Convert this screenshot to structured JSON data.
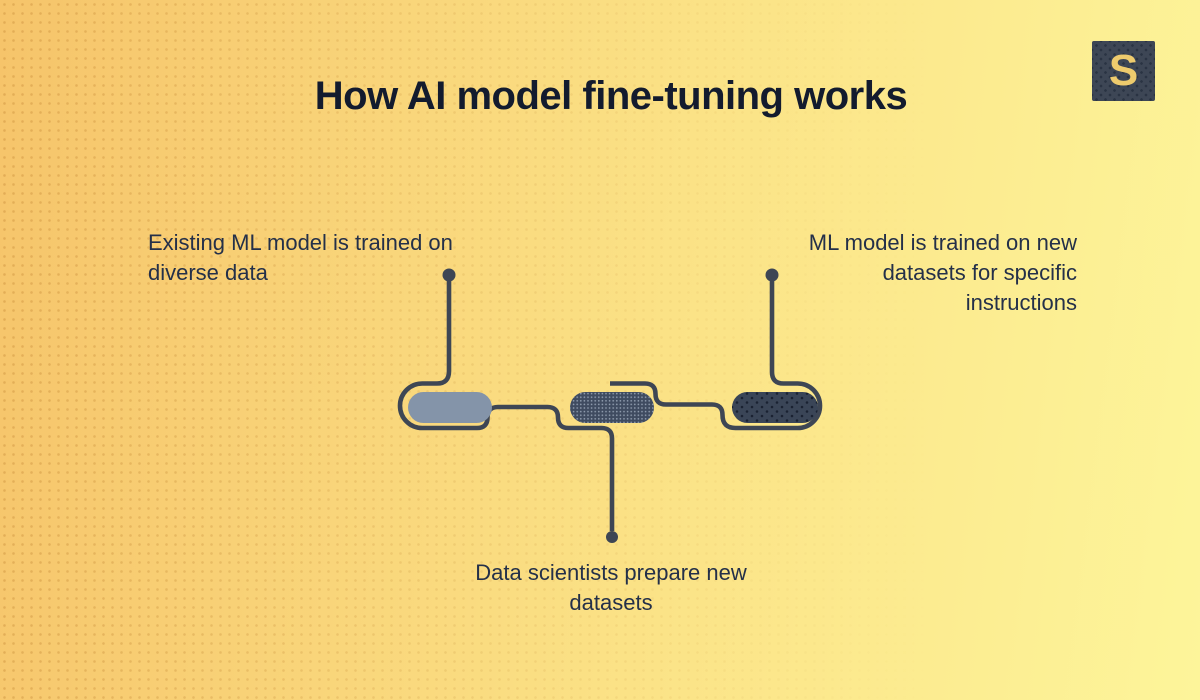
{
  "title": "How AI model fine-tuning works",
  "logo": {
    "letter": "S"
  },
  "steps": [
    {
      "id": 1,
      "position": "left",
      "label": "Existing ML model is trained on diverse data",
      "pill_style": "solid-light"
    },
    {
      "id": 2,
      "position": "bottom",
      "label": "Data scientists prepare new datasets",
      "pill_style": "halftone-medium"
    },
    {
      "id": 3,
      "position": "right",
      "label": "ML model is trained on new datasets for specific instructions",
      "pill_style": "dotted-dark"
    }
  ],
  "colors": {
    "bg_left": "#f6c46a",
    "bg_mid": "#fbe286",
    "bg_right": "#fdf59a",
    "wire": "#3e4654",
    "title_color": "#131b2e",
    "label_color": "#243049",
    "pill_left": "#8494a9",
    "pill_mid_base": "#3f4b60",
    "pill_mid_dot": "#8d9aac",
    "pill_right_base": "#3a4557",
    "pill_right_dot": "#1a2232",
    "logo_bg": "#3d4655",
    "logo_letter": "#eecb6d",
    "logo_dot": "#2a3343"
  }
}
